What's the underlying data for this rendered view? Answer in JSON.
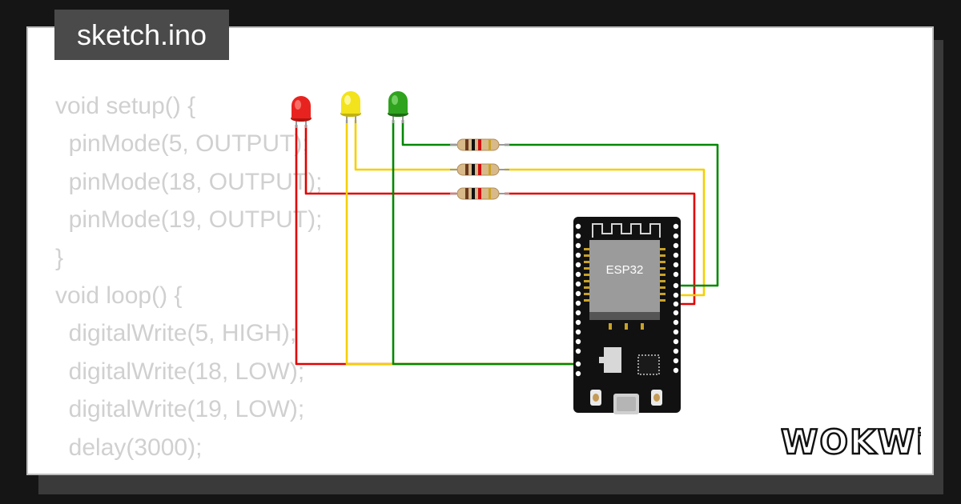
{
  "tab": {
    "title": "sketch.ino"
  },
  "code": {
    "lines": [
      "void setup() {",
      "  pinMode(5, OUTPUT);",
      "  pinMode(18, OUTPUT);",
      "  pinMode(19, OUTPUT);",
      "}",
      "",
      "void loop() {",
      "  digitalWrite(5, HIGH);",
      "  digitalWrite(18, LOW);",
      "  digitalWrite(19, LOW);",
      "  delay(3000);"
    ]
  },
  "board": {
    "chip_label": "ESP32"
  },
  "leds": [
    {
      "color": "red",
      "hex": "#e8231f"
    },
    {
      "color": "yellow",
      "hex": "#f2e31c"
    },
    {
      "color": "green",
      "hex": "#2fa21e"
    }
  ],
  "wires": {
    "red": "#e00000",
    "yellow": "#f5d000",
    "green": "#008800"
  },
  "brand": {
    "logo_text": "WOKWi"
  }
}
